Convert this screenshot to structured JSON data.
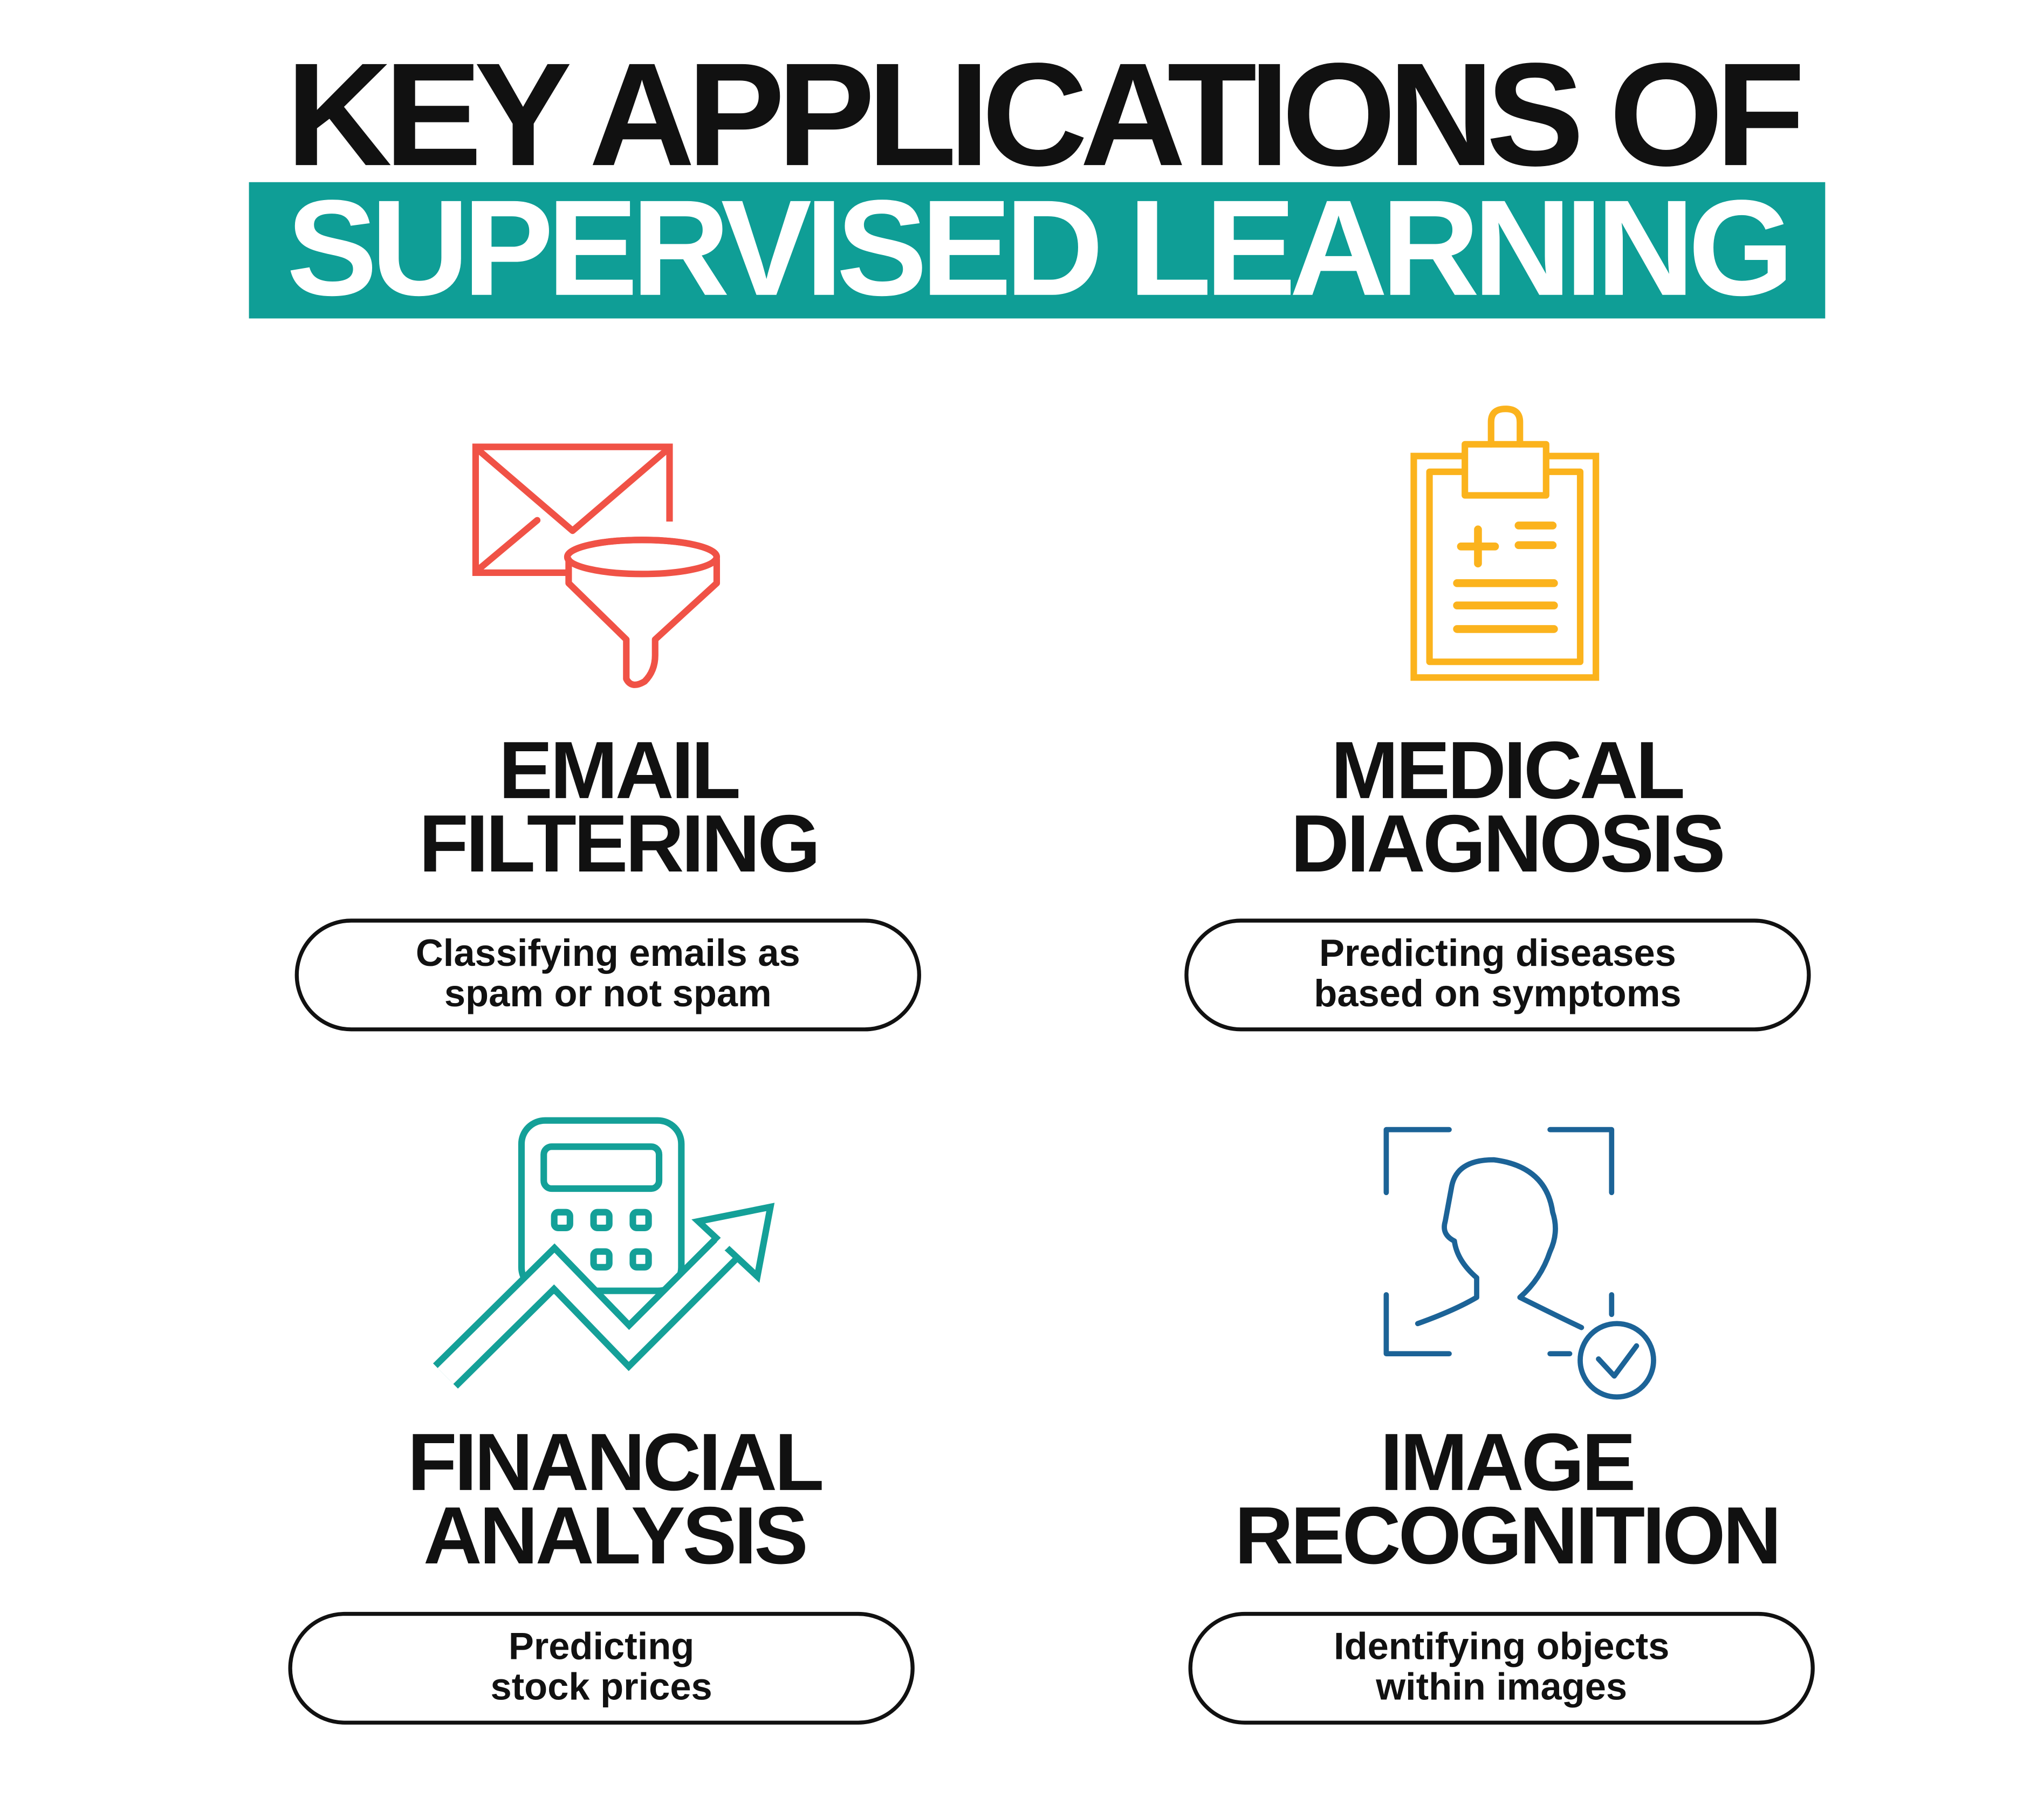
{
  "title": {
    "line1": "KEY APPLICATIONS OF",
    "line2": "SUPERVISED LEARNING"
  },
  "colors": {
    "band": "#0f9e96",
    "email": "#f05246",
    "medical": "#fbb31d",
    "financial": "#14a098",
    "image": "#1c6397"
  },
  "cards": [
    {
      "icon": "email-funnel-icon",
      "heading": [
        "EMAIL",
        "FILTERING"
      ],
      "description": [
        "Classifying emails as",
        "spam or not spam"
      ]
    },
    {
      "icon": "medical-clipboard-icon",
      "heading": [
        "MEDICAL",
        "DIAGNOSIS"
      ],
      "description": [
        "Predicting diseases",
        "based on symptoms"
      ]
    },
    {
      "icon": "calculator-growth-icon",
      "heading": [
        "FINANCIAL",
        "ANALYSIS"
      ],
      "description": [
        "Predicting",
        "stock prices"
      ]
    },
    {
      "icon": "face-recognition-icon",
      "heading": [
        "IMAGE",
        "RECOGNITION"
      ],
      "description": [
        "Identifying objects",
        "within images"
      ]
    }
  ]
}
